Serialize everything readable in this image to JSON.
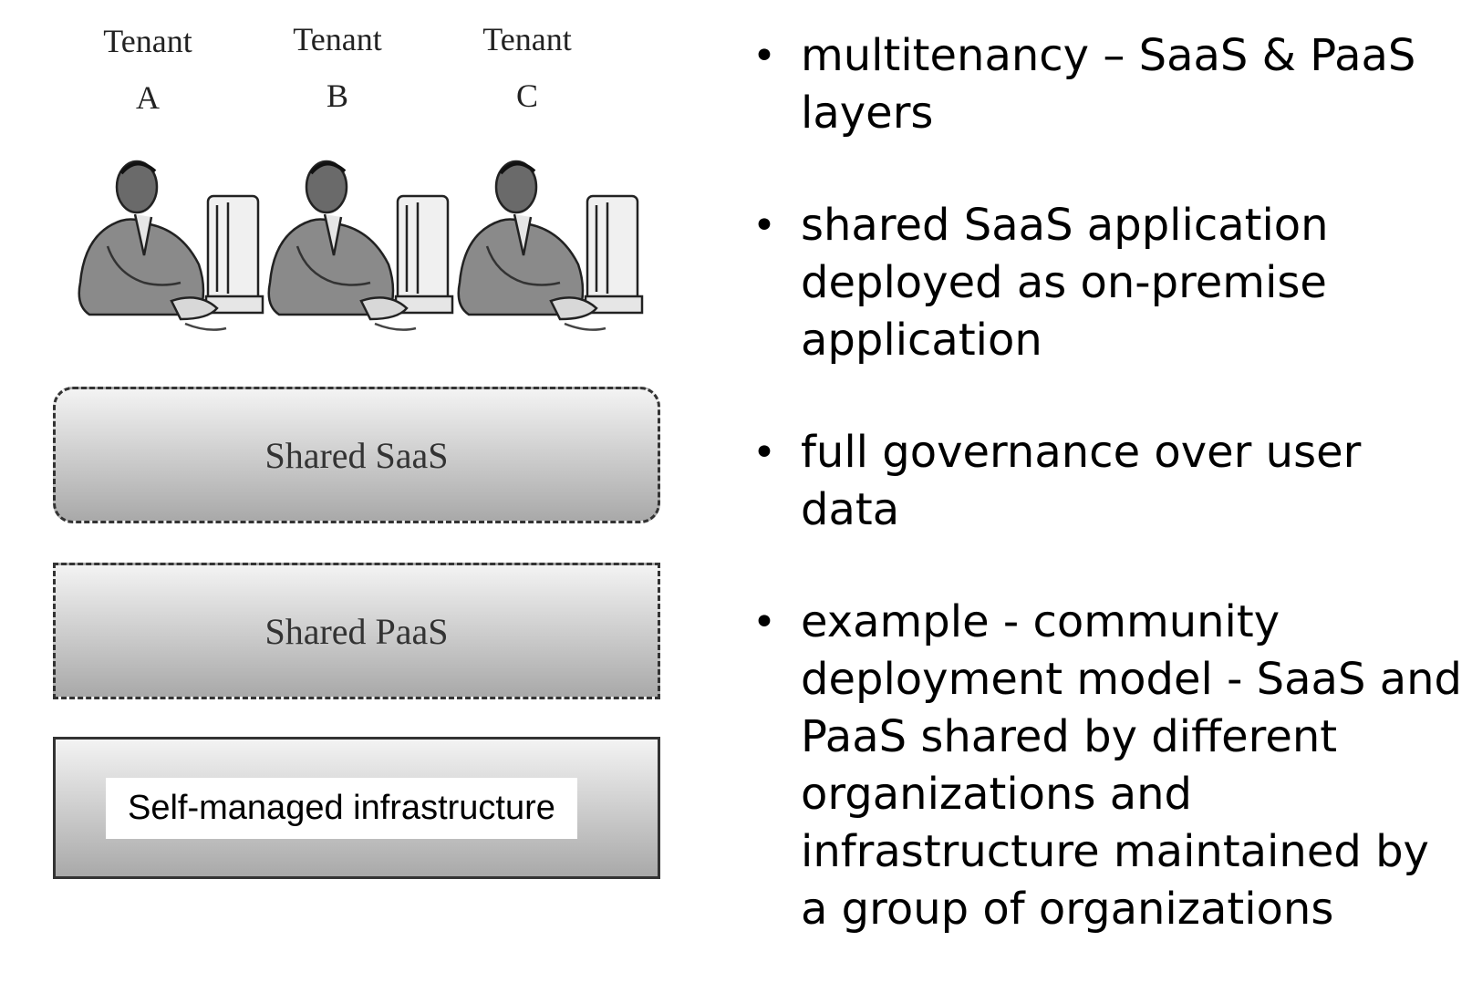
{
  "tenants": [
    {
      "word": "Tenant",
      "letter": "A"
    },
    {
      "word": "Tenant",
      "letter": "B"
    },
    {
      "word": "Tenant",
      "letter": "C"
    }
  ],
  "layers": {
    "saas": "Shared SaaS",
    "paas": "Shared PaaS",
    "infrastructure": "Self-managed infrastructure"
  },
  "bullets": [
    "multitenancy – SaaS & PaaS layers",
    "shared SaaS application deployed as on-premise application",
    "full governance over user data",
    "example - community deployment model  - SaaS and PaaS shared by different organizations and infrastructure maintained by a group of organizations"
  ],
  "colors": {
    "figure_dark": "#555555",
    "figure_light": "#d8d8d8",
    "layer_top": "#f3f3f3",
    "layer_bottom": "#a9a9a9"
  }
}
